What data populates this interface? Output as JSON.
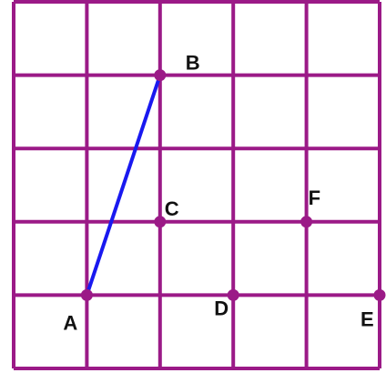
{
  "grid": {
    "columns": 5,
    "rows": 5,
    "line_color": "#9b1a87"
  },
  "points": [
    {
      "id": "A",
      "label": "A",
      "col": 1,
      "row": 4
    },
    {
      "id": "B",
      "label": "B",
      "col": 2,
      "row": 1
    },
    {
      "id": "C",
      "label": "C",
      "col": 2,
      "row": 3
    },
    {
      "id": "D",
      "label": "D",
      "col": 3,
      "row": 4
    },
    {
      "id": "E",
      "label": "E",
      "col": 5,
      "row": 4
    },
    {
      "id": "F",
      "label": "F",
      "col": 4,
      "row": 3
    }
  ],
  "segments": [
    {
      "from": "A",
      "to": "B",
      "color": "#1919f0"
    }
  ]
}
